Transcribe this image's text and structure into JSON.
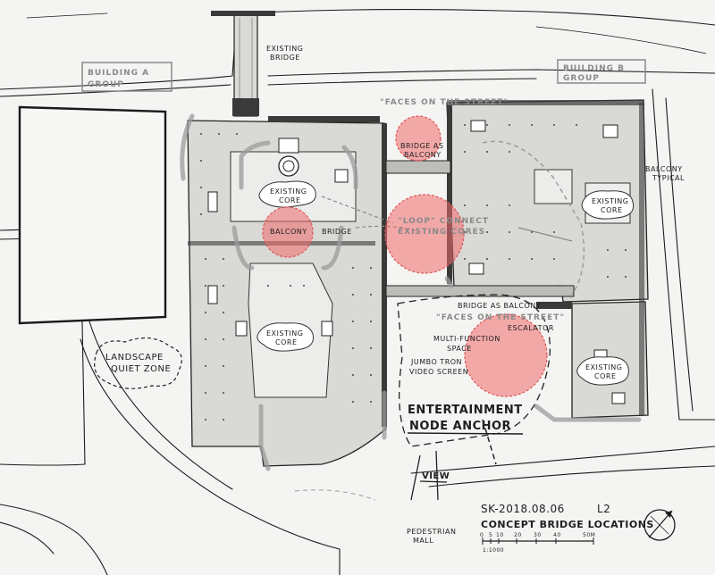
{
  "labels": {
    "building_a_line1": "BUILDING A",
    "building_a_line2": "GROUP",
    "building_b_line1": "BUILDING B",
    "building_b_line2": "GROUP",
    "existing_bridge_line1": "EXISTING",
    "existing_bridge_line2": "BRIDGE",
    "faces_on_street_top": "\"FACES ON THE STREET\"",
    "bridge_as_balcony_line1": "BRIDGE AS",
    "bridge_as_balcony_line2": "BALCONY",
    "balcony_typical_line1": "BALCONY",
    "balcony_typical_line2": "TYPICAL",
    "existing_core_a_line1": "EXISTING",
    "existing_core_a_line2": "CORE",
    "existing_core_b_line1": "EXISTING",
    "existing_core_b_line2": "CORE",
    "existing_core_c_line1": "EXISTING",
    "existing_core_c_line2": "CORE",
    "existing_core_d_line1": "EXISTING",
    "existing_core_d_line2": "CORE",
    "balcony": "BALCONY",
    "bridge": "BRIDGE",
    "loop_connect_line1": "\"LOOP\" CONNECT",
    "loop_connect_line2": "EXISTING CORES",
    "bridge_as_balcony_mid": "BRIDGE AS BALCONY",
    "faces_on_street_mid": "\"FACES ON THE STREET\"",
    "escalator": "ESCALATOR",
    "multi_function_line1": "MULTI-FUNCTION",
    "multi_function_line2": "SPACE",
    "jumbotron_line1": "JUMBO TRON",
    "jumbotron_line2": "VIDEO SCREEN",
    "landscape_line1": "LANDSCAPE",
    "landscape_line2": "QUIET ZONE",
    "entertainment_line1": "ENTERTAINMENT",
    "entertainment_line2": "NODE ANCHOR",
    "view": "VIEW",
    "pedestrian_line1": "PEDESTRIAN",
    "pedestrian_line2": "MALL",
    "sheet_id": "SK-2018.08.06",
    "level": "L2",
    "drawing_title": "CONCEPT BRIDGE LOCATIONS",
    "scale_ticks": [
      "0",
      "5",
      "10",
      "20",
      "30",
      "40",
      "50M"
    ],
    "scale_ratio": "1:1000"
  },
  "markers": [
    {
      "name": "bridge-as-balcony-marker"
    },
    {
      "name": "balcony-marker"
    },
    {
      "name": "loop-connect-marker"
    },
    {
      "name": "multi-function-space-marker"
    }
  ],
  "colors": {
    "marker_fill": "#ef6a6a",
    "paper": "#f4f4f2",
    "ink": "#1c1c1c",
    "tone": "#d9d9d6",
    "annotation_grey": "#9b9b9b"
  },
  "icons": [
    "north-arrow-icon",
    "circular-plaza-icon"
  ]
}
